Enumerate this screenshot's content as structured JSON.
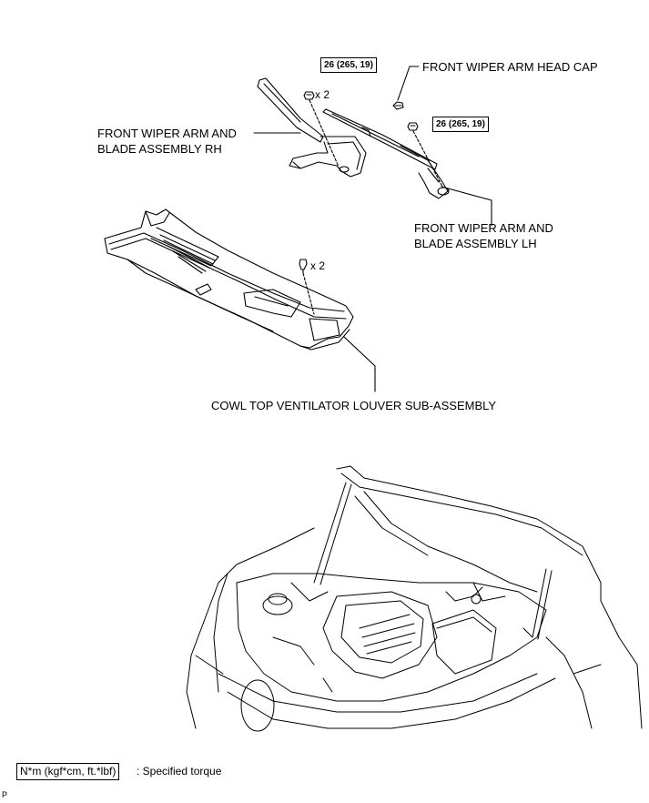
{
  "labels": {
    "head_cap": "FRONT WIPER ARM HEAD CAP",
    "rh_line1": "FRONT WIPER ARM AND",
    "rh_line2": "BLADE ASSEMBLY RH",
    "lh_line1": "FRONT WIPER ARM AND",
    "lh_line2": "BLADE ASSEMBLY LH",
    "cowl": "COWL TOP VENTILATOR LOUVER SUB-ASSEMBLY"
  },
  "torques": {
    "rh_nut": "26 (265, 19)",
    "lh_nut": "26 (265, 19)"
  },
  "quantities": {
    "rh_nut": "x 2",
    "cowl_clip": "x 2"
  },
  "legend": {
    "symbol": "N*m (kgf*cm, ft.*lbf)",
    "text": ": Specified torque"
  },
  "footer_code": "P"
}
